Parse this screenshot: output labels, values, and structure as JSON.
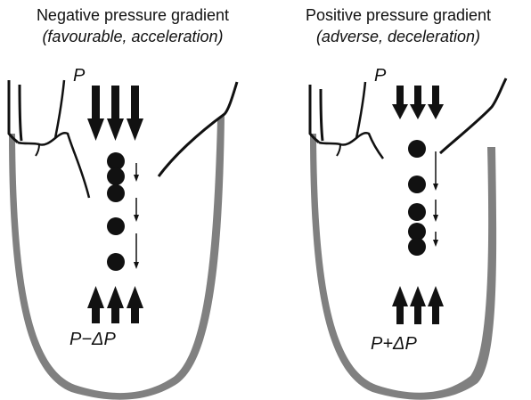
{
  "panels": [
    {
      "title": "Negative pressure gradient",
      "subtitle": "(favourable, acceleration)",
      "top_label": "P",
      "bottom_label": "P−ΔP"
    },
    {
      "title": "Positive pressure gradient",
      "subtitle": "(adverse, deceleration)",
      "top_label": "P",
      "bottom_label": "P+ΔP"
    }
  ],
  "colors": {
    "wall_fill": "#808080",
    "ink": "#111111"
  }
}
